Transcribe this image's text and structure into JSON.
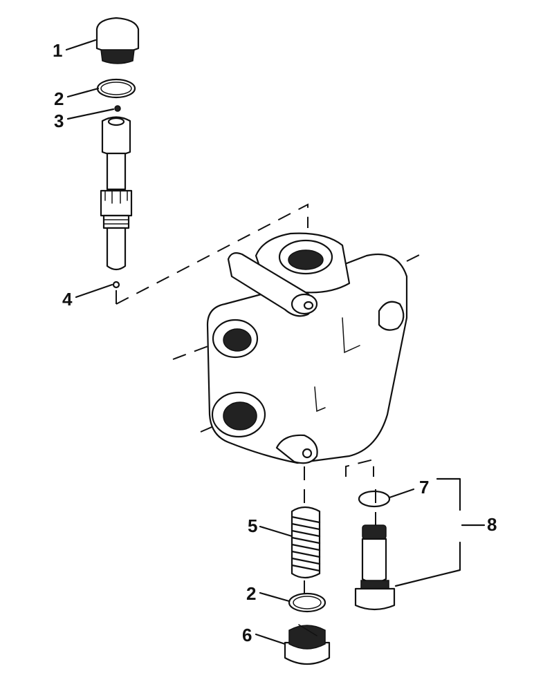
{
  "diagram": {
    "callouts": [
      {
        "id": "c1",
        "text": "1"
      },
      {
        "id": "c2a",
        "text": "2"
      },
      {
        "id": "c3",
        "text": "3"
      },
      {
        "id": "c4",
        "text": "4"
      },
      {
        "id": "c5",
        "text": "5"
      },
      {
        "id": "c2b",
        "text": "2"
      },
      {
        "id": "c6",
        "text": "6"
      },
      {
        "id": "c7",
        "text": "7"
      },
      {
        "id": "c8",
        "text": "8"
      }
    ],
    "colors": {
      "line": "#111111",
      "background": "#ffffff"
    }
  }
}
